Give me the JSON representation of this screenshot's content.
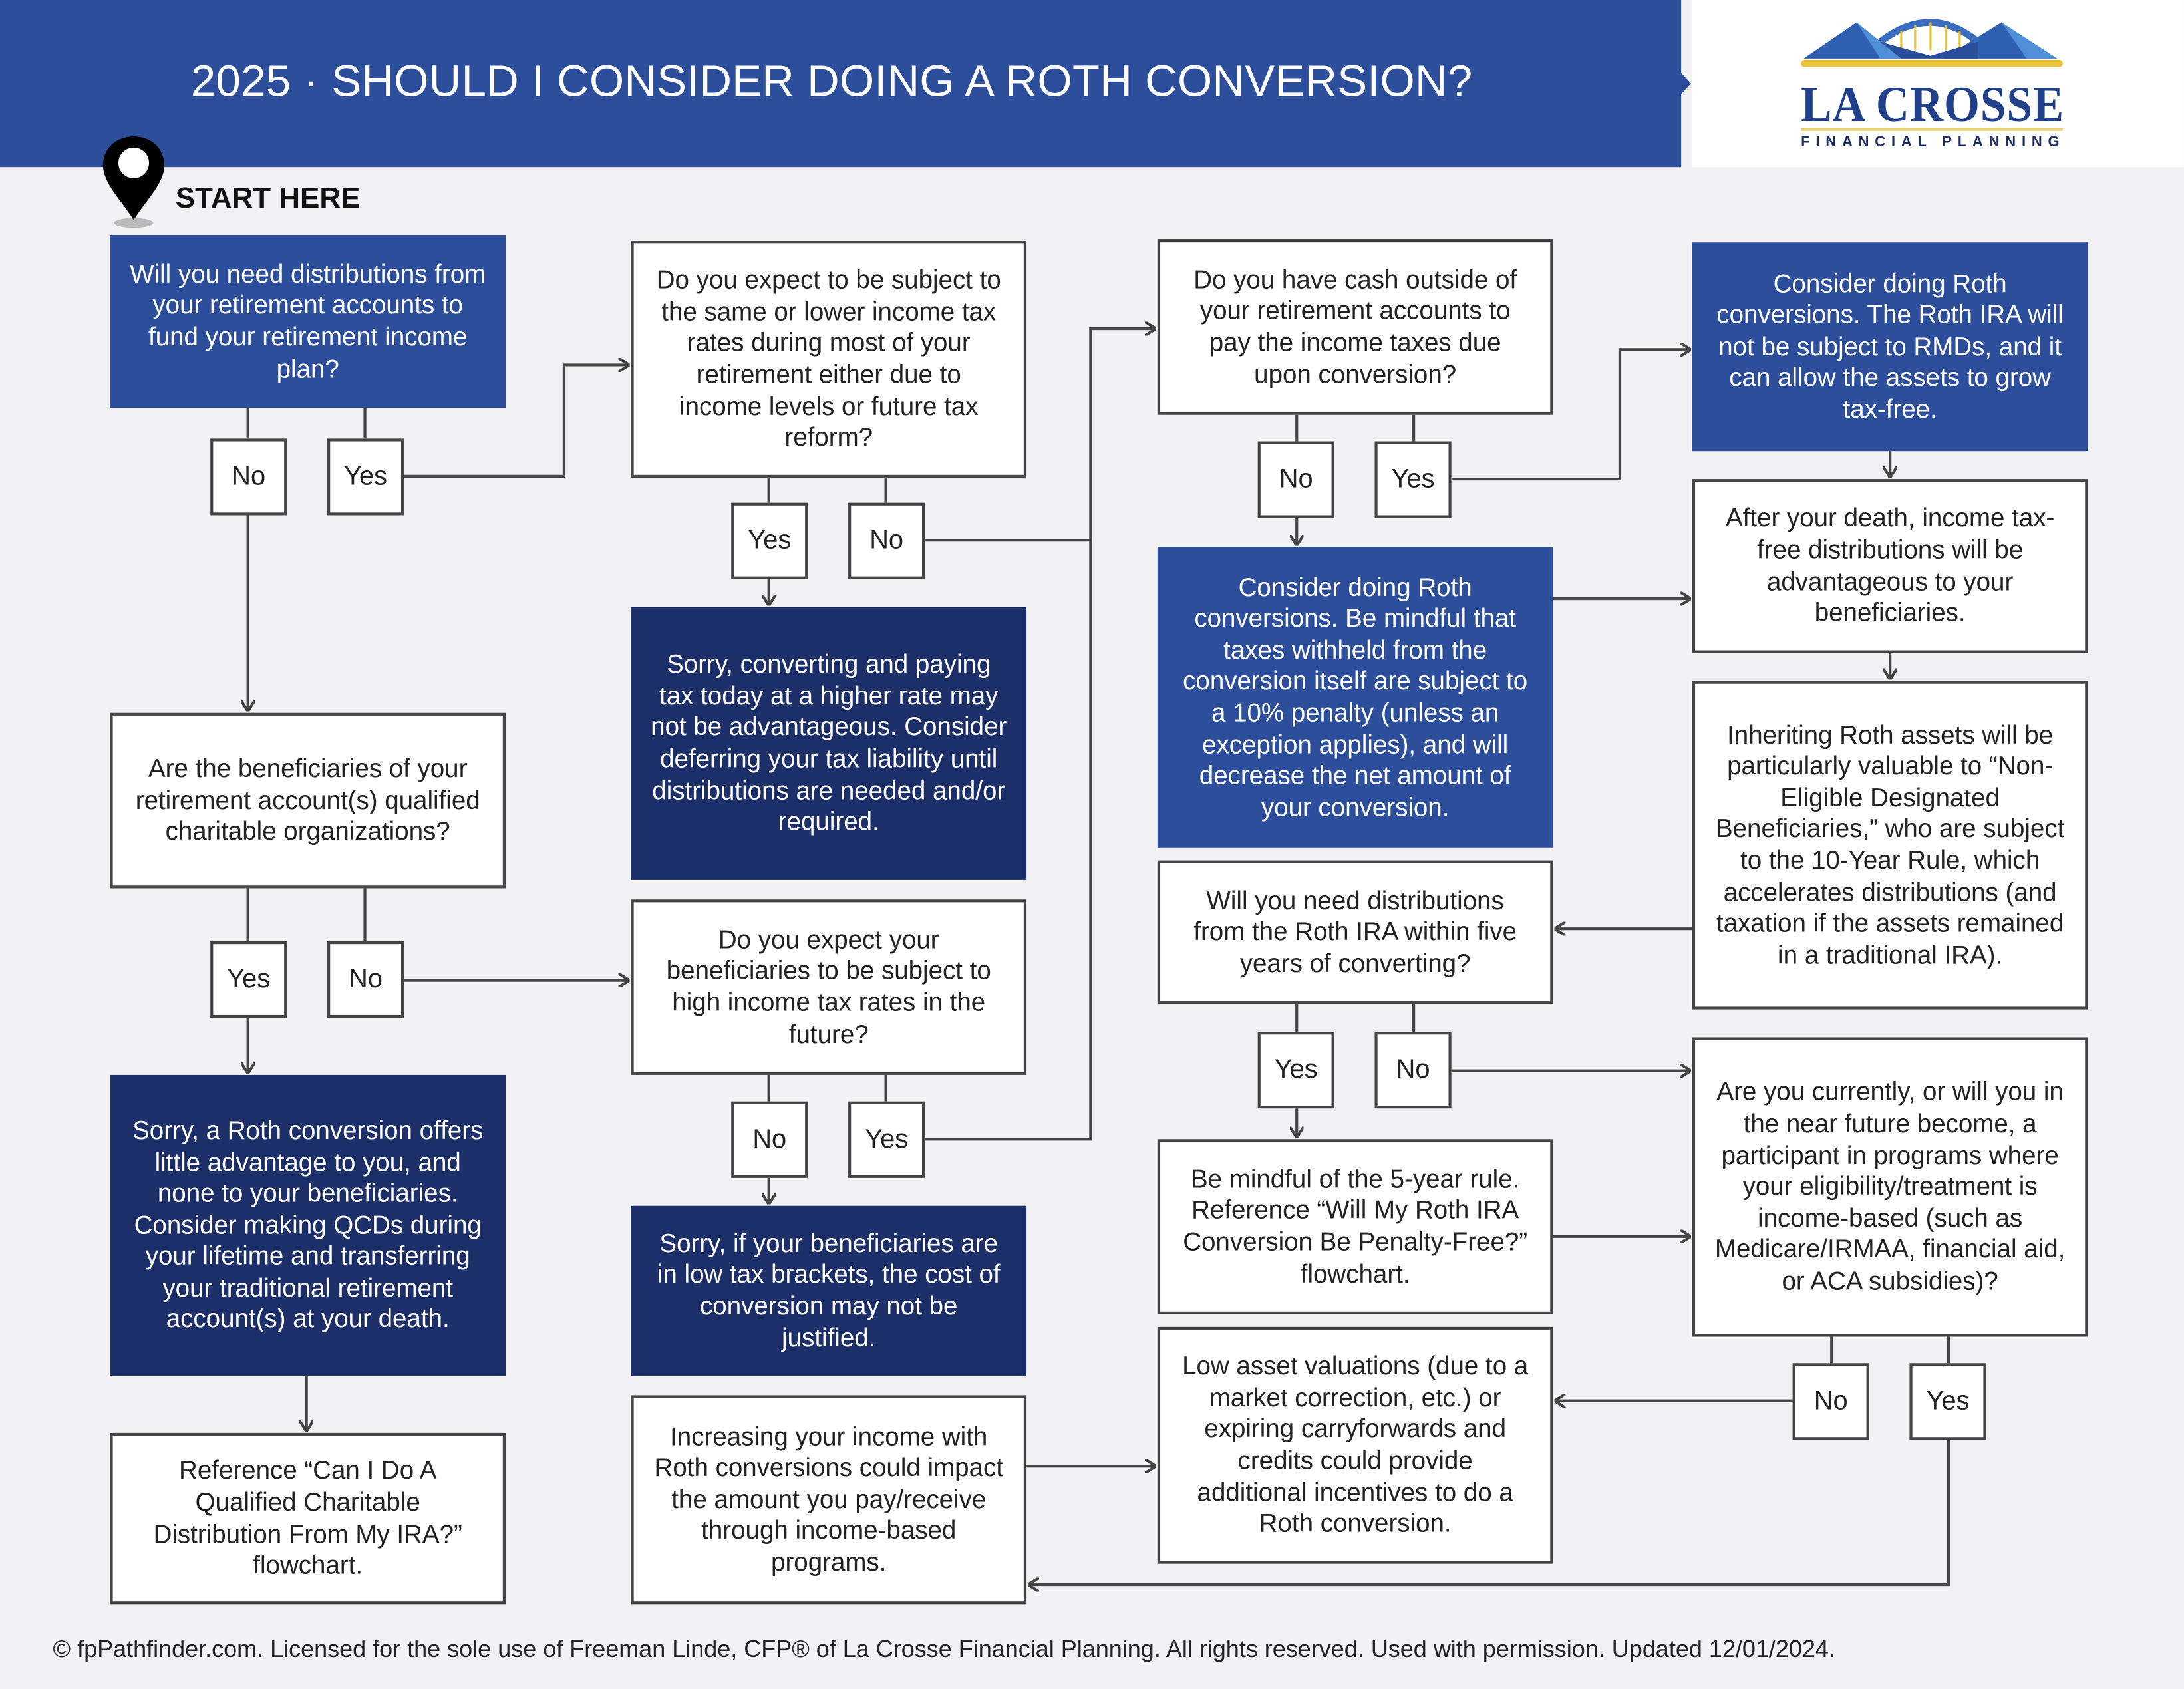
{
  "header": {
    "title": "2025 · SHOULD I CONSIDER DOING A ROTH CONVERSION?",
    "header_color": "#2d4e9b"
  },
  "logo": {
    "name": "LA CROSSE",
    "tagline": "FINANCIAL PLANNING"
  },
  "start_label": "START HERE",
  "colors": {
    "question_blue": "#2d4e9b",
    "outcome_navy": "#1d2f69",
    "background": "#f2f2f5"
  },
  "nodes": [
    "Will you need distributions from your retirement accounts to fund your retirement income plan?",
    "Are the beneficiaries of your retirement account(s) qualified charitable organizations?",
    "Sorry, a Roth conversion offers little advantage to you, and none to your beneficiaries. Consider making QCDs during your lifetime and transferring your traditional retirement account(s) at your death.",
    "Reference “Can I Do A Qualified Charitable Distribution From My IRA?” flowchart.",
    "Do you expect to be subject to the same or lower income tax rates during most of your retirement either due to income levels or future tax reform?",
    "Sorry, converting and paying tax today at a higher rate may not be advantageous. Consider deferring your tax liability until distributions are needed and/or required.",
    "Do you expect your beneficiaries to be subject to high income tax rates in the future?",
    "Sorry, if your beneficiaries are in low tax brackets, the cost of conversion may not be justified.",
    "Increasing your income with Roth conversions could impact the amount you pay/receive through income-based programs.",
    "Do you have cash outside of your retirement accounts to pay the income taxes due upon conversion?",
    "Consider doing Roth conversions. Be mindful that taxes withheld from the conversion itself are subject to a 10% penalty (unless an exception applies), and will decrease the net amount of your conversion.",
    "Will you need distributions from the Roth IRA within five years of converting?",
    "Be mindful of the 5-year rule. Reference “Will My Roth IRA Conversion Be Penalty-Free?” flowchart.",
    "Low asset valuations (due to a market correction, etc.) or expiring carryforwards and credits could provide additional incentives to do a Roth conversion.",
    "Consider doing Roth conversions. The Roth IRA will not be subject to RMDs, and it can allow the assets to grow tax-free.",
    "After your death, income tax-free distributions will be advantageous to your beneficiaries.",
    "Inheriting Roth assets will be particularly valuable to “Non-Eligible Designated Beneficiaries,” who are subject to the 10-Year Rule, which accelerates distributions (and taxation if the assets remained in a traditional IRA).",
    "Are you currently, or will you in the near future become, a participant in programs where your eligibility/treatment is income-based (such as Medicare/IRMAA, financial aid, or ACA subsidies)?"
  ],
  "answers": {
    "yes": "Yes",
    "no": "No"
  },
  "footer": "© fpPathfinder.com. Licensed for the sole use of Freeman Linde, CFP® of La Crosse Financial Planning. All rights reserved. Used with permission. Updated 12/01/2024."
}
